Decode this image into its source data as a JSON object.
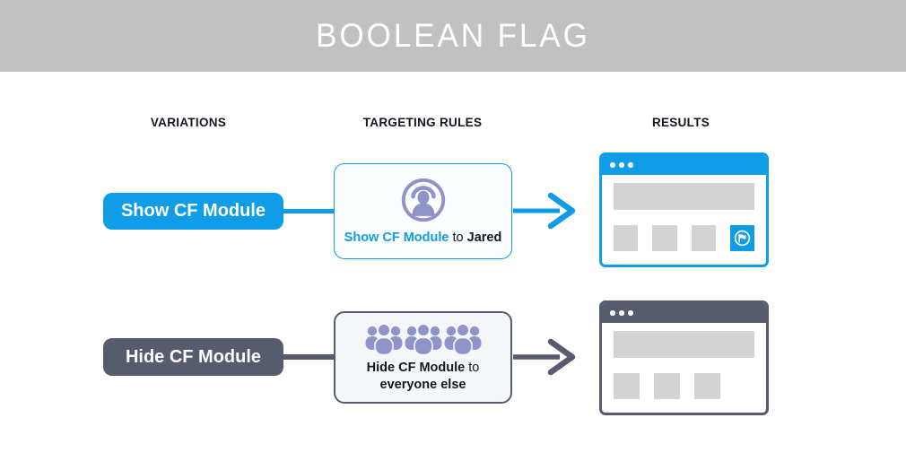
{
  "header": {
    "title": "BOOLEAN FLAG"
  },
  "columns": {
    "variations": "VARIATIONS",
    "targeting_rules": "TARGETING RULES",
    "results": "RESULTS"
  },
  "rows": {
    "show": {
      "variation_label": "Show CF Module",
      "rule": {
        "icon": "single-user-circle-icon",
        "text_flag": "Show CF Module",
        "text_connector": "to",
        "text_target": "Jared"
      },
      "result": {
        "window_style": "highlighted-blue",
        "module_visible": true,
        "module_icon": "flag-circle-icon",
        "gray_block_count": 3
      }
    },
    "hide": {
      "variation_label": "Hide CF Module",
      "rule": {
        "icon": "crowd-icon",
        "text_flag": "Hide CF Module",
        "text_connector": "to",
        "text_target": "everyone else"
      },
      "result": {
        "window_style": "default-dark",
        "module_visible": false,
        "gray_block_count": 3
      }
    }
  },
  "colors": {
    "title_band_background": "#c1c1c1",
    "accent_blue": "#0e9de6",
    "slate_dark": "#565b6e",
    "icon_purple": "#8f93c7",
    "placeholder_gray": "#d3d3d3",
    "text_dark": "#15171f"
  }
}
